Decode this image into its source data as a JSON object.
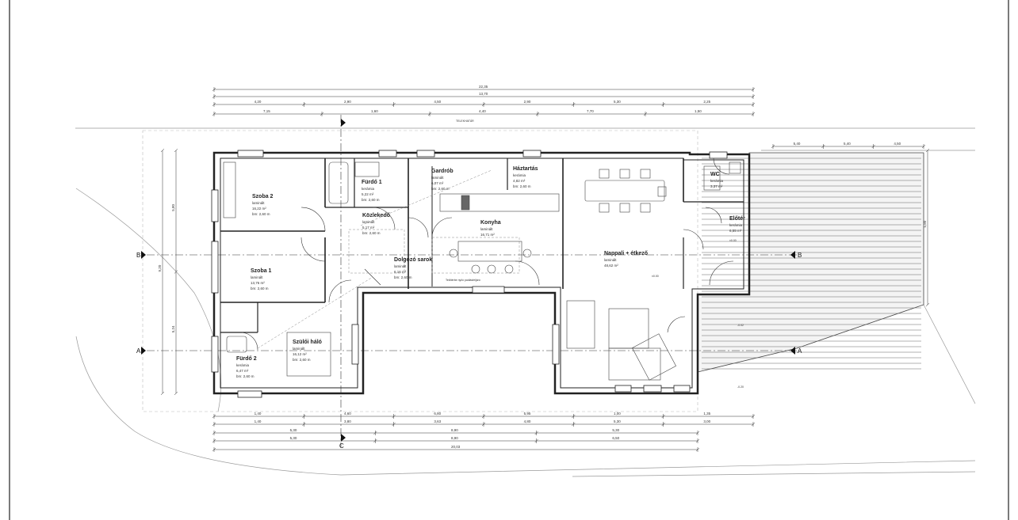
{
  "plan": {
    "site_label": "TELEKHATÁR",
    "axes": {
      "b_left": "B",
      "b_right": "B",
      "a_left": "A",
      "a_right": "A",
      "c_bottom": "C"
    },
    "rooms": [
      {
        "name": "Szoba 2",
        "floor": "laminált",
        "area": "16,22 m²",
        "height": "bm: 2,60 m"
      },
      {
        "name": "Fürdő 1",
        "floor": "kerámia",
        "area": "5,22 m²",
        "height": "bm: 2,60 m"
      },
      {
        "name": "Gardrób",
        "floor": "laminált",
        "area": "6,07 m²",
        "height": "bm: 2,60 m"
      },
      {
        "name": "Háztartás",
        "floor": "kerámia",
        "area": "4,82 m²",
        "height": "bm: 2,60 m"
      },
      {
        "name": "WC",
        "floor": "kerámia",
        "area": "3,37 m²"
      },
      {
        "name": "Közlekedő",
        "floor": "laminált",
        "area": "5,17 m²",
        "height": "bm: 2,60 m"
      },
      {
        "name": "Konyha",
        "floor": "laminált",
        "area": "16,71 m²"
      },
      {
        "name": "Előtér",
        "floor": "kerámia",
        "area": "6,55 m²"
      },
      {
        "name": "Dolgozó sarok",
        "floor": "laminált",
        "area": "6,16 m²",
        "height": "bm: 2,60 m"
      },
      {
        "name": "Nappali + étkező",
        "floor": "laminált",
        "area": "48,62 m²"
      },
      {
        "name": "Szoba 1",
        "floor": "laminált",
        "area": "13,76 m²",
        "height": "bm: 2,60 m"
      },
      {
        "name": "Szülői háló",
        "floor": "laminált",
        "area": "16,12 m²",
        "height": "bm: 2,60 m"
      },
      {
        "name": "Fürdő 2",
        "floor": "kerámia",
        "area": "6,47 m²",
        "height": "bm: 2,60 m"
      }
    ],
    "notes": {
      "attic": "Tetőtérbe nyíló padlásfeljáró",
      "level": "±0.00",
      "level_lower": "-0.02",
      "level_outer": "-0.20"
    },
    "dimensions": {
      "top_total": "22,35",
      "top_mid": "13,70",
      "top_row2": [
        "4,20",
        "2,90",
        "4,50",
        "2,90",
        "5,30",
        "2,25"
      ],
      "top_row3": [
        "7,15",
        "1,60",
        "4,40",
        "7,70",
        "1,50"
      ],
      "side_a": "9,20",
      "side_b": "5,80",
      "side_c": "5,24",
      "bottom_row1": [
        "1,40",
        "4,60",
        "6,80",
        "5,95",
        "1,00",
        "1,35"
      ],
      "bottom_row2": [
        "1,40",
        "3,80",
        "3,63",
        "4,80",
        "5,30",
        "3,00"
      ],
      "bottom_row3": [
        "5,30",
        "8,90",
        "5,30"
      ],
      "bottom_row4": [
        "5,30",
        "8,90",
        "6,50"
      ],
      "bottom_total": "20,03",
      "terrace": [
        "5,40",
        "5,40",
        "4,50"
      ]
    }
  }
}
